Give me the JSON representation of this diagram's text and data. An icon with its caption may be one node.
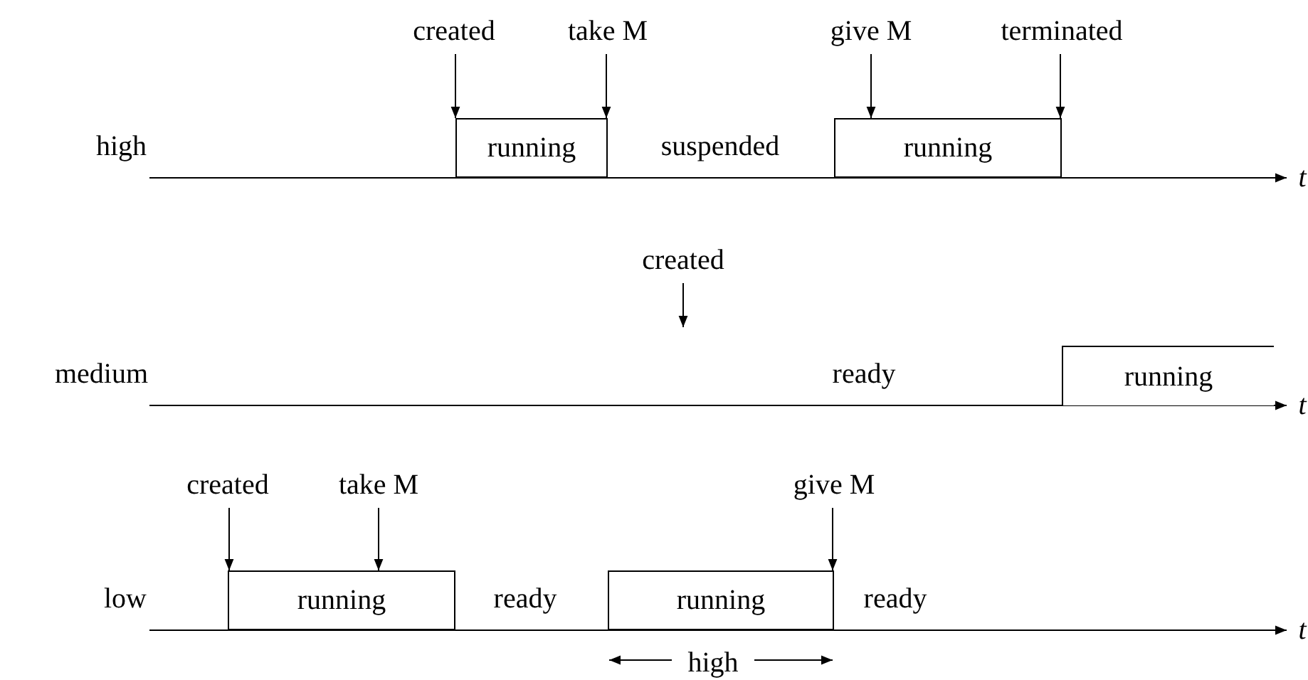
{
  "diagram": {
    "nodes": [
      {
        "text": [
          "created"
        ]
      },
      {
        "text": [
          "take M"
        ]
      },
      {
        "text": [
          "give M"
        ]
      },
      {
        "text": [
          "terminated"
        ]
      },
      {
        "text": [
          "running"
        ]
      },
      {
        "text": [
          "running"
        ]
      },
      {
        "text": [
          "created"
        ]
      },
      {
        "text": [
          "running"
        ]
      },
      {
        "text": [
          "created"
        ]
      },
      {
        "text": [
          "take M"
        ]
      },
      {
        "text": [
          "give M"
        ]
      },
      {
        "text": [
          "running"
        ]
      },
      {
        "text": [
          "running"
        ]
      }
    ],
    "edges": [
      {
        "from": 0,
        "to": 4,
        "arrow": "to"
      },
      {
        "from": 1,
        "to": 4,
        "arrow": "to"
      },
      {
        "from": 2,
        "to": 5,
        "arrow": "to"
      },
      {
        "from": 3,
        "to": 5,
        "arrow": "to"
      },
      {
        "from": 6,
        "to": null,
        "arrow": "to"
      },
      {
        "from": 8,
        "to": 11,
        "arrow": "to"
      },
      {
        "from": 9,
        "to": 11,
        "arrow": "to"
      },
      {
        "from": 10,
        "to": 12,
        "arrow": "to"
      }
    ],
    "labels": [
      "high",
      "suspended",
      "t",
      "medium",
      "ready",
      "t",
      "low",
      "ready",
      "ready",
      "t",
      "high"
    ]
  }
}
